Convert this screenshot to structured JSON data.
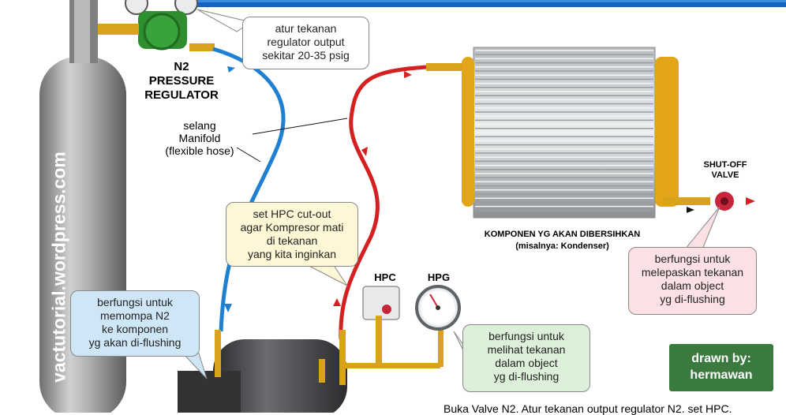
{
  "colors": {
    "top_bar": "#1565c0",
    "hose_blue": "#1f7fd0",
    "hose_red": "#d42020",
    "callout_blue": "#cfe6f7",
    "callout_yellow": "#fdf7d6",
    "callout_green": "#dcefd9",
    "callout_pink": "#fbe1e4",
    "drawn_by_bg": "#3a7a3e",
    "brass": "#d9a21b"
  },
  "labels": {
    "regulator_title": "N2\nPRESSURE\nREGULATOR",
    "hose_label": "selang\nManifold\n(flexible hose)",
    "watermark": "vactutorial.wordpress.com",
    "hpc": "HPC",
    "hpg": "HPG",
    "shutoff_valve": "SHUT-OFF\nVALVE",
    "component_title": "KOMPONEN YG AKAN DIBERSIHKAN",
    "component_sub": "(misalnya: Kondenser)"
  },
  "callouts": {
    "regulator_output": "atur tekanan\nregulator output\nsekitar 20-35 psig",
    "hpc_setting": "set HPC cut-out\nagar Kompresor mati\ndi tekanan\nyang kita inginkan",
    "compressor_pump": "berfungsi untuk\nmemompa N2\nke komponen\nyg akan di-flushing",
    "gauge_function": "berfungsi untuk\nmelihat tekanan\ndalam object\nyg di-flushing",
    "valve_function": "berfungsi untuk\nmelepaskan tekanan\ndalam object\nyg di-flushing"
  },
  "credit": {
    "line1": "drawn by:",
    "line2": "hermawan"
  },
  "footer_text": "Buka Valve N2. Atur tekanan output regulator N2. set HPC."
}
